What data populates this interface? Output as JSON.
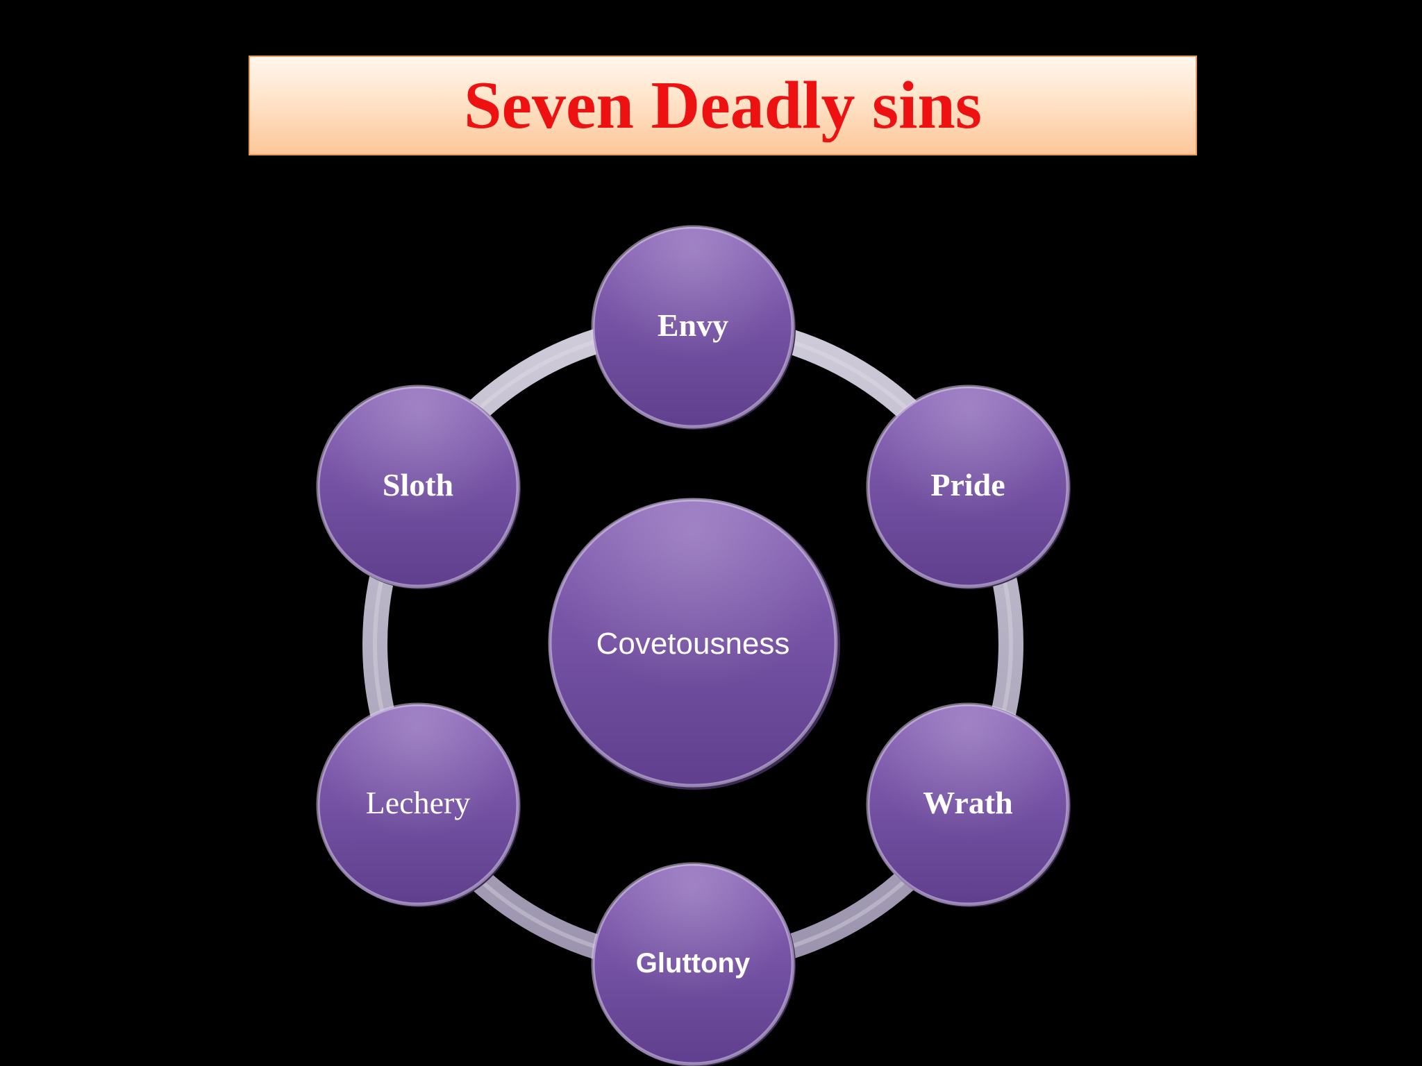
{
  "slide": {
    "title": "Seven Deadly sins"
  },
  "diagram": {
    "center": {
      "label": "Covetousness"
    },
    "nodes": [
      {
        "id": "envy",
        "label": "Envy"
      },
      {
        "id": "pride",
        "label": "Pride"
      },
      {
        "id": "wrath",
        "label": "Wrath"
      },
      {
        "id": "gluttony",
        "label": "Gluttony"
      },
      {
        "id": "lechery",
        "label": "Lechery"
      },
      {
        "id": "sloth",
        "label": "Sloth"
      }
    ]
  },
  "colors": {
    "background": "#000000",
    "title_text": "#ee1111",
    "node_fill_top": "#8862b4",
    "node_fill_bottom": "#5e3f8c",
    "ring": "#b9b3c6"
  }
}
